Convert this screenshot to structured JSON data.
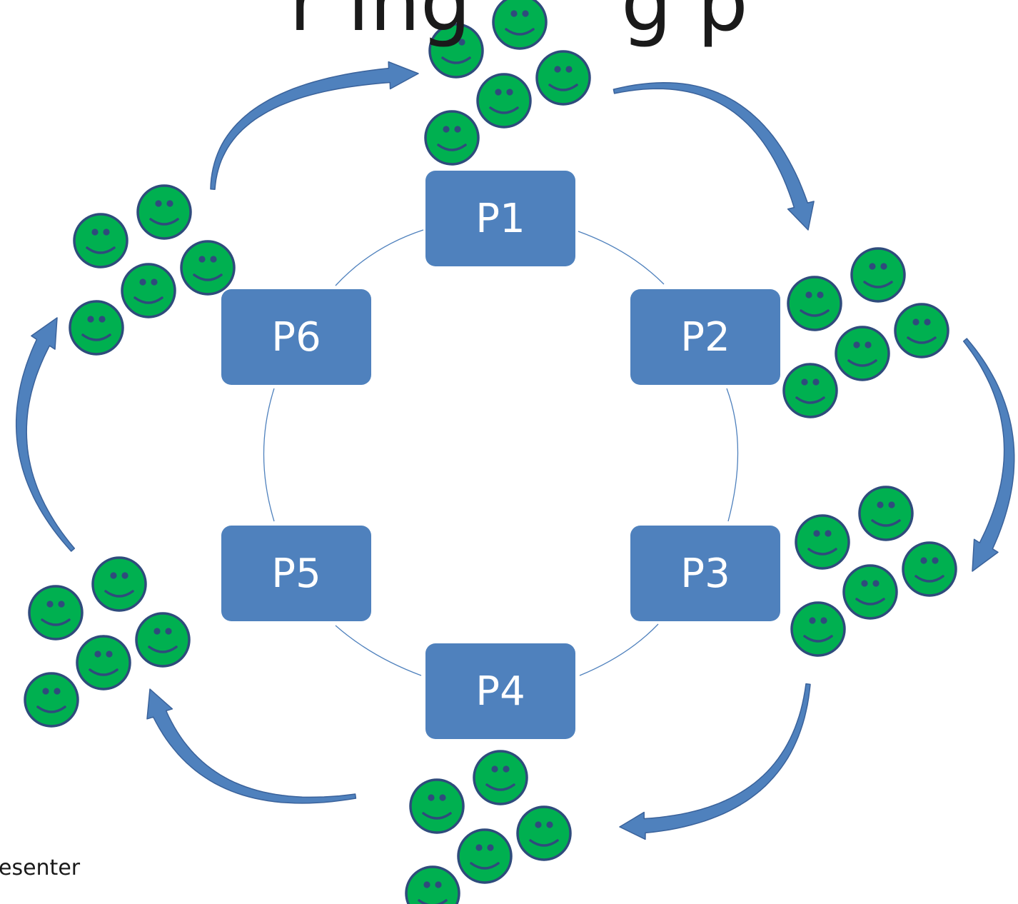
{
  "title": {
    "fragment_left": "r   ing",
    "fragment_right": "g   p"
  },
  "footnote": "esenter",
  "colors": {
    "box_fill": "#4f81bd",
    "arrow_fill": "#4f81bd",
    "smiley_fill": "#00b050",
    "smiley_stroke": "#2f4b7c",
    "ring_stroke": "#4f81bd"
  },
  "presenters": [
    {
      "id": "p1",
      "label": "P1"
    },
    {
      "id": "p2",
      "label": "P2"
    },
    {
      "id": "p3",
      "label": "P3"
    },
    {
      "id": "p4",
      "label": "P4"
    },
    {
      "id": "p5",
      "label": "P5"
    },
    {
      "id": "p6",
      "label": "P6"
    }
  ],
  "groups": [
    {
      "id": "group-top",
      "members": 5
    },
    {
      "id": "group-upper-right",
      "members": 5
    },
    {
      "id": "group-lower-right",
      "members": 5
    },
    {
      "id": "group-bottom",
      "members": 5
    },
    {
      "id": "group-lower-left",
      "members": 5
    },
    {
      "id": "group-upper-left",
      "members": 5
    }
  ],
  "rotation_arrows": 6
}
